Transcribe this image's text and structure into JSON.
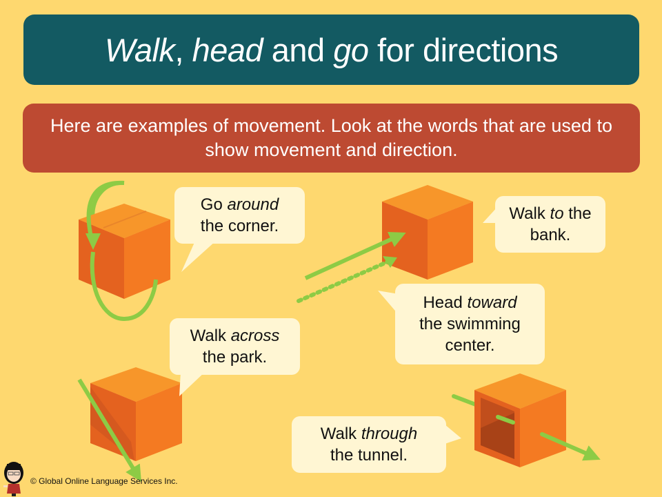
{
  "slide": {
    "background_color": "#FED86F",
    "title": {
      "parts": [
        {
          "text": "Walk",
          "italic": true
        },
        {
          "text": ", ",
          "italic": false
        },
        {
          "text": "head",
          "italic": true
        },
        {
          "text": " and ",
          "italic": false
        },
        {
          "text": "go",
          "italic": true
        },
        {
          "text": " for directions",
          "italic": false
        }
      ],
      "bg_color": "#135A62"
    },
    "intro": {
      "text": "Here are examples of movement. Look at the words that are used to show movement and direction.",
      "bg_color": "#BD4A32"
    },
    "bubbles": [
      {
        "id": "around",
        "pre": "Go ",
        "key": "around",
        "post": "",
        "line2": "the corner."
      },
      {
        "id": "to",
        "pre": "Walk ",
        "key": "to",
        "post": " the",
        "line2": "bank."
      },
      {
        "id": "toward",
        "pre": "Head ",
        "key": "toward",
        "post": "",
        "line2": "the swimming",
        "line3": "center."
      },
      {
        "id": "across",
        "pre": "Walk ",
        "key": "across",
        "post": "",
        "line2": "the park."
      },
      {
        "id": "through",
        "pre": "Walk ",
        "key": "through",
        "post": "",
        "line2": "the tunnel."
      }
    ],
    "colors": {
      "cube_top": "#F7962A",
      "cube_left": "#E4621F",
      "cube_right": "#F47A22",
      "arrow_green": "#8DCB45",
      "bubble_bg": "#FFF6D3"
    },
    "footer": {
      "copyright": "© Global Online Language  Services Inc."
    }
  }
}
